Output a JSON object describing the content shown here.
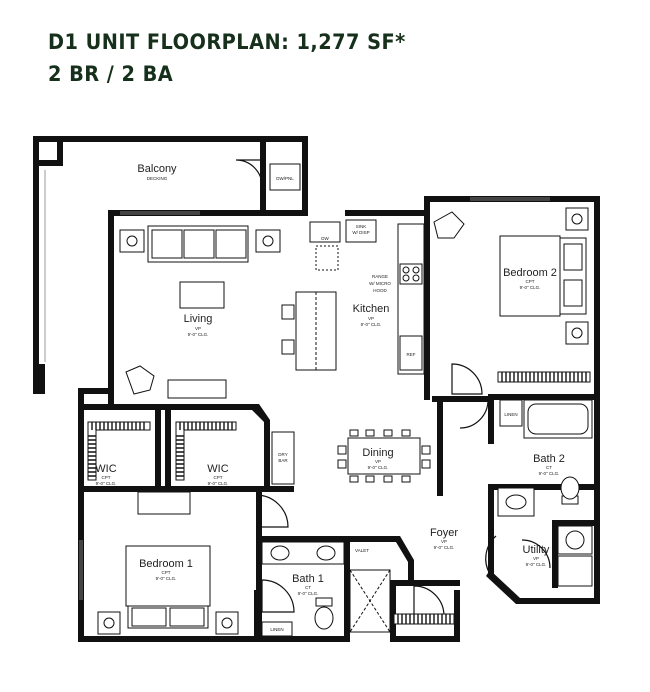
{
  "header": {
    "title": "D1 UNIT FLOORPLAN: 1,277 SF*",
    "subtitle": "2 BR / 2 BA"
  },
  "rooms": {
    "balcony": {
      "name": "Balcony",
      "detail": "DECKING"
    },
    "living": {
      "name": "Living",
      "detail1": "VP",
      "detail2": "9'-0\" CLG."
    },
    "kitchen": {
      "name": "Kitchen",
      "detail1": "VP",
      "detail2": "9'-0\" CLG."
    },
    "dining": {
      "name": "Dining",
      "detail1": "VP",
      "detail2": "9'-0\" CLG."
    },
    "bedroom2": {
      "name": "Bedroom 2",
      "detail1": "CPT",
      "detail2": "9'-0\" CLG."
    },
    "bedroom1": {
      "name": "Bedroom 1",
      "detail1": "CPT",
      "detail2": "9'-0\" CLG."
    },
    "wic1": {
      "name": "WIC",
      "detail1": "CPT",
      "detail2": "9'-0\" CLG."
    },
    "wic2": {
      "name": "WIC",
      "detail1": "CPT",
      "detail2": "9'-0\" CLG."
    },
    "bath1": {
      "name": "Bath 1",
      "detail1": "CT",
      "detail2": "9'-0\" CLG."
    },
    "bath2": {
      "name": "Bath 2",
      "detail1": "CT",
      "detail2": "9'-0\" CLG."
    },
    "foyer": {
      "name": "Foyer",
      "detail1": "VP",
      "detail2": "9'-0\" CLG."
    },
    "utility": {
      "name": "Utility",
      "detail1": "VP",
      "detail2": "9'-0\" CLG."
    }
  },
  "fixtures": {
    "dwpnl": "DW/PNL",
    "dw": "DW",
    "sink": "SINK",
    "disp": "W/ DISP",
    "range1": "RANGE",
    "range2": "W/ MICRO",
    "range3": "HOOD",
    "ref": "REF",
    "dry_bar1": "DRY",
    "dry_bar2": "BAR",
    "linen1": "LINEN",
    "linen2": "LINEN",
    "valet": "VALET"
  }
}
